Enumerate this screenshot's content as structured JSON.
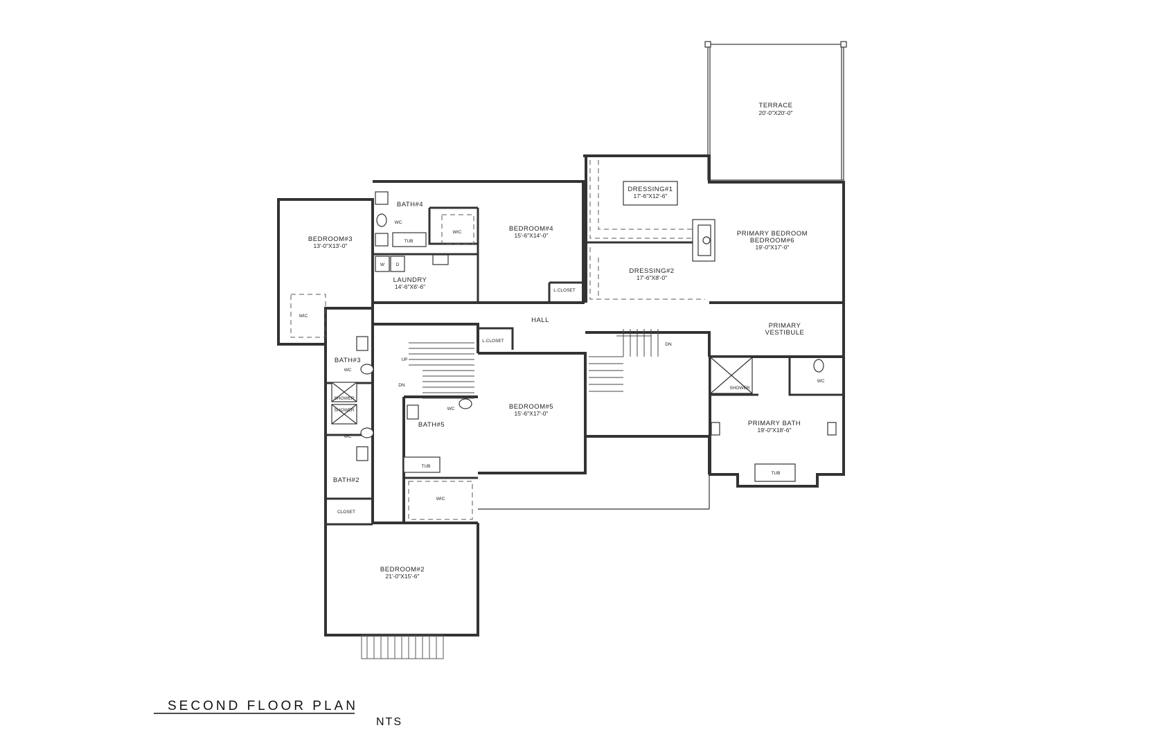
{
  "plan": {
    "title": "SECOND FLOOR PLAN",
    "scale_note": "NTS"
  },
  "rooms": {
    "terrace": {
      "label": "TERRACE",
      "dim": "20'-0\"X20'-0\""
    },
    "dressing1": {
      "label": "DRESSING#1",
      "dim": "17'-6\"X12'-6\""
    },
    "dressing2": {
      "label": "DRESSING#2",
      "dim": "17'-6\"X8'-0\""
    },
    "primary_bedroom": {
      "label": "PRIMARY BEDROOM",
      "label2": "BEDROOM#6",
      "dim": "19'-0\"X17'-0\""
    },
    "primary_vestibule": {
      "label": "PRIMARY",
      "label2": "VESTIBULE"
    },
    "primary_bath": {
      "label": "PRIMARY BATH",
      "dim": "19'-0\"X18'-6\""
    },
    "bedroom3": {
      "label": "BEDROOM#3",
      "dim": "13'-0\"X13'-0\""
    },
    "bedroom4": {
      "label": "BEDROOM#4",
      "dim": "15'-6\"X14'-0\""
    },
    "bedroom5": {
      "label": "BEDROOM#5",
      "dim": "15'-6\"X17'-0\""
    },
    "bedroom2": {
      "label": "BEDROOM#2",
      "dim": "21'-0\"X15'-6\""
    },
    "laundry": {
      "label": "LAUNDRY",
      "dim": "14'-6\"X6'-6\""
    },
    "hall": {
      "label": "HALL"
    },
    "bath4": {
      "label": "BATH#4"
    },
    "bath3": {
      "label": "BATH#3"
    },
    "bath5": {
      "label": "BATH#5"
    },
    "bath2": {
      "label": "BATH#2"
    }
  },
  "tags": {
    "wc": "WC",
    "wic": "WIC",
    "tub": "TUB",
    "shower": "SHOWER",
    "lcloset": "L.CLOSET",
    "closet": "CLOSET",
    "washer": "W",
    "dryer": "D",
    "up": "UP",
    "dn": "DN"
  }
}
